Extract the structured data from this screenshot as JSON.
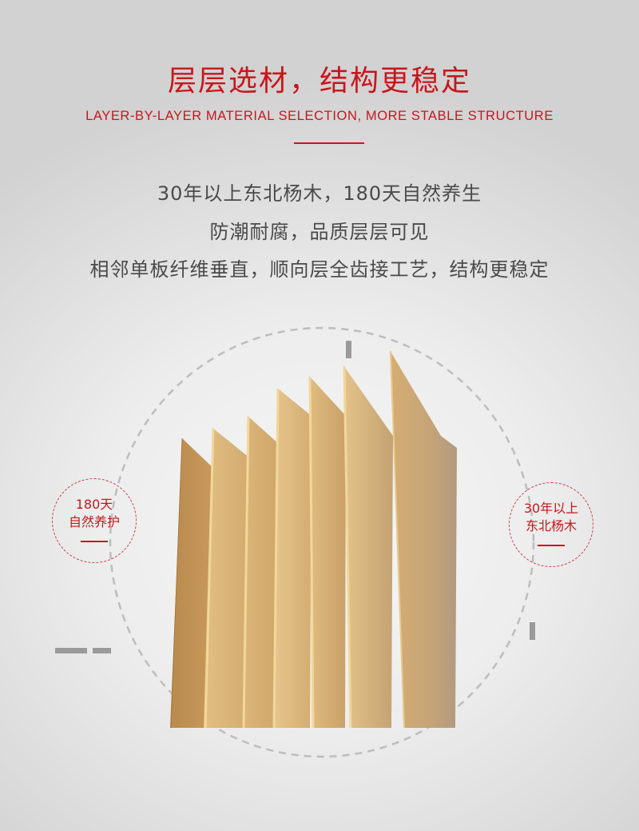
{
  "header": {
    "title": "层层选材，结构更稳定",
    "subtitle": "LAYER-BY-LAYER MATERIAL SELECTION, MORE STABLE STRUCTURE"
  },
  "description": {
    "lines": [
      "30年以上东北杨木，180天自然养生",
      "防潮耐腐，品质层层可见",
      "相邻单板纤维垂直，顺向层全齿接工艺，结构更稳定"
    ]
  },
  "badges": {
    "left": {
      "line1": "180天",
      "line2": "自然养护"
    },
    "right": {
      "line1": "30年以上",
      "line2": "东北杨木"
    }
  },
  "illustration": {
    "subject": "stacked-wood-veneer-layers",
    "layer_count": 7
  },
  "colors": {
    "accent": "#c8161d",
    "body_text": "#4a4a4a",
    "dashed_circle": "#bdbdbd",
    "tick_marks": "#9a9a9a"
  }
}
